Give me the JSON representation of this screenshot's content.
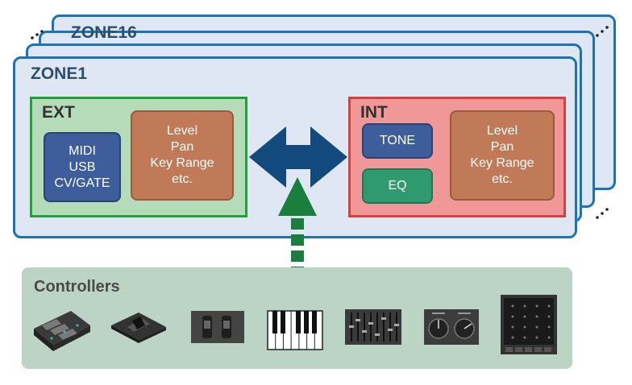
{
  "zones": {
    "back_label": "ZONE16",
    "front_label": "ZONE1"
  },
  "ext": {
    "title": "EXT",
    "sources": [
      "MIDI",
      "USB",
      "CV/GATE"
    ],
    "params": [
      "Level",
      "Pan",
      "Key Range",
      "etc."
    ]
  },
  "int": {
    "title": "INT",
    "tone_label": "TONE",
    "eq_label": "EQ",
    "params": [
      "Level",
      "Pan",
      "Key Range",
      "etc."
    ]
  },
  "controllers": {
    "title": "Controllers",
    "items": [
      "pedal-unit-icon",
      "expression-pedal-icon",
      "wheels-icon",
      "keyboard-icon",
      "faders-icon",
      "knobs-icon",
      "button-pad-icon"
    ]
  },
  "colors": {
    "zone_border": "#1c73b8",
    "zone_fill": "#dfe6f4",
    "ext_border": "#20a038",
    "ext_fill": "#b4dcb8",
    "int_border": "#d84040",
    "int_fill": "#f09898",
    "blue_box": "#3d5e9a",
    "orange_box": "#c07a58",
    "eq_box": "#2f9a6e",
    "arrow_blue": "#134a7e",
    "arrow_green": "#1a7e3c",
    "controllers_fill": "#bcd4c6"
  }
}
